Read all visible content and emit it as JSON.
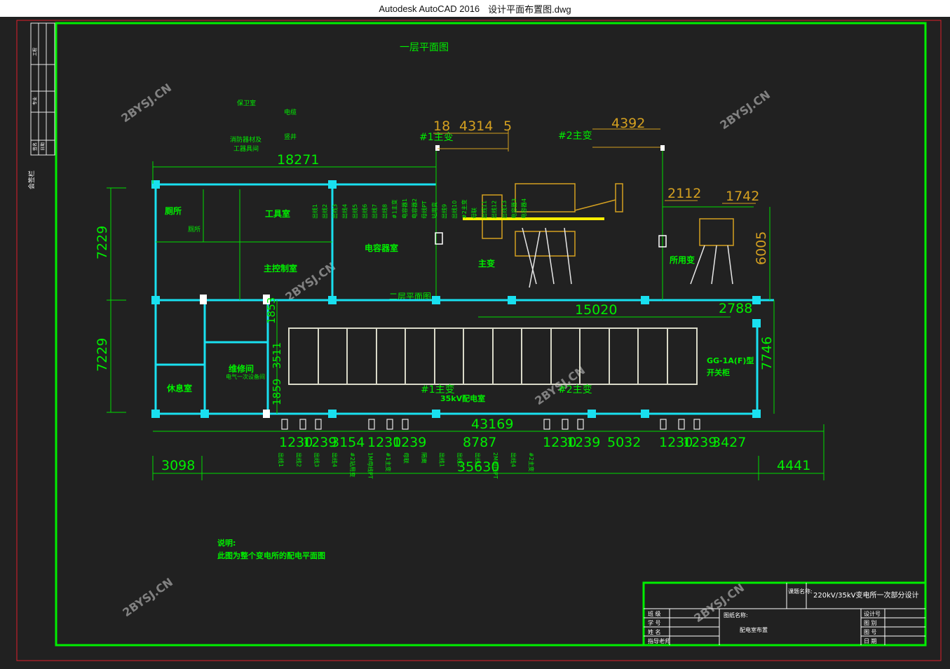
{
  "window": {
    "app": "Autodesk AutoCAD 2016",
    "file": "设计平面布置图.dwg"
  },
  "drawing": {
    "title_floor1": "一层平面图",
    "title_floor2": "二层平面图",
    "watermark": "2BYSJ.CN",
    "left_strip_label": "会签栏",
    "top_notes": [
      "保卫室",
      "电缆",
      "消防器材及",
      "工器具间",
      "竖井"
    ],
    "rooms": {
      "toilet": "厕所",
      "toilet2": "厕所",
      "tools": "工具室",
      "main_control": "主控制室",
      "capacitor": "电容器室",
      "main_transformer": "主变",
      "aux_transformer": "所用变",
      "rest": "休息室",
      "repair": "维修间",
      "repair_sub": "电气一次设备间",
      "room35": "35kV配电室",
      "switchgear_1": "GG-1A(F)型",
      "switchgear_2": "开关柜",
      "tr1": "#1主变",
      "tr2": "#2主变",
      "tr1b": "#1主变",
      "tr2b": "#2主变"
    },
    "dimensions": {
      "d18271": "18271",
      "d18": "18",
      "d4314": "4314",
      "d5": "5",
      "d4392": "4392",
      "d2112": "2112",
      "d1742": "1742",
      "d6005": "6005",
      "d7229a": "7229",
      "d7229b": "7229",
      "d15020": "15020",
      "d2788": "2788",
      "d7746": "7746",
      "d1853": "1853",
      "d3511": "3511",
      "d1859": "1859",
      "d43169": "43169",
      "d3098": "3098",
      "d4441": "4441",
      "d35630": "35630",
      "bottom_row": [
        "1230",
        "1239",
        "3154",
        "1230",
        "1239",
        "8787",
        "1230",
        "1239",
        "5032",
        "1230",
        "1239",
        "3427"
      ]
    },
    "feeders_top": [
      "出线1",
      "出线2",
      "出线3",
      "出线4",
      "出线5",
      "出线6",
      "出线7",
      "出线8",
      "#1主变",
      "电容器1",
      "电容器2",
      "母线PT",
      "站用变",
      "出线9",
      "出线10",
      "#2主变",
      "母联",
      "出线11",
      "出线12",
      "出线13",
      "电容器3",
      "电容器4"
    ],
    "feeders_bottom": [
      "出线1",
      "出线2",
      "出线3",
      "出线4",
      "#2站用变",
      "1M母线PT",
      "#1主变",
      "母联",
      "隔离",
      "出线1",
      "出线2",
      "出线3",
      "2M母线PT",
      "出线4",
      "#2主变"
    ],
    "notes": {
      "title": "说明:",
      "text": "此图为整个变电所的配电平面图"
    },
    "title_block": {
      "project_label": "课题名称:",
      "project": "220kV/35kV变电所一次部分设计",
      "drawing_label": "图纸名称:",
      "drawing_name": "配电室布置",
      "left_labels": [
        "班 级",
        "学 号",
        "姓 名",
        "指导老师"
      ],
      "right_labels": [
        "设计号",
        "图 别",
        "图 号",
        "日 期"
      ]
    },
    "strip_labels": [
      "工程",
      "专业",
      "签名",
      "日期"
    ]
  }
}
